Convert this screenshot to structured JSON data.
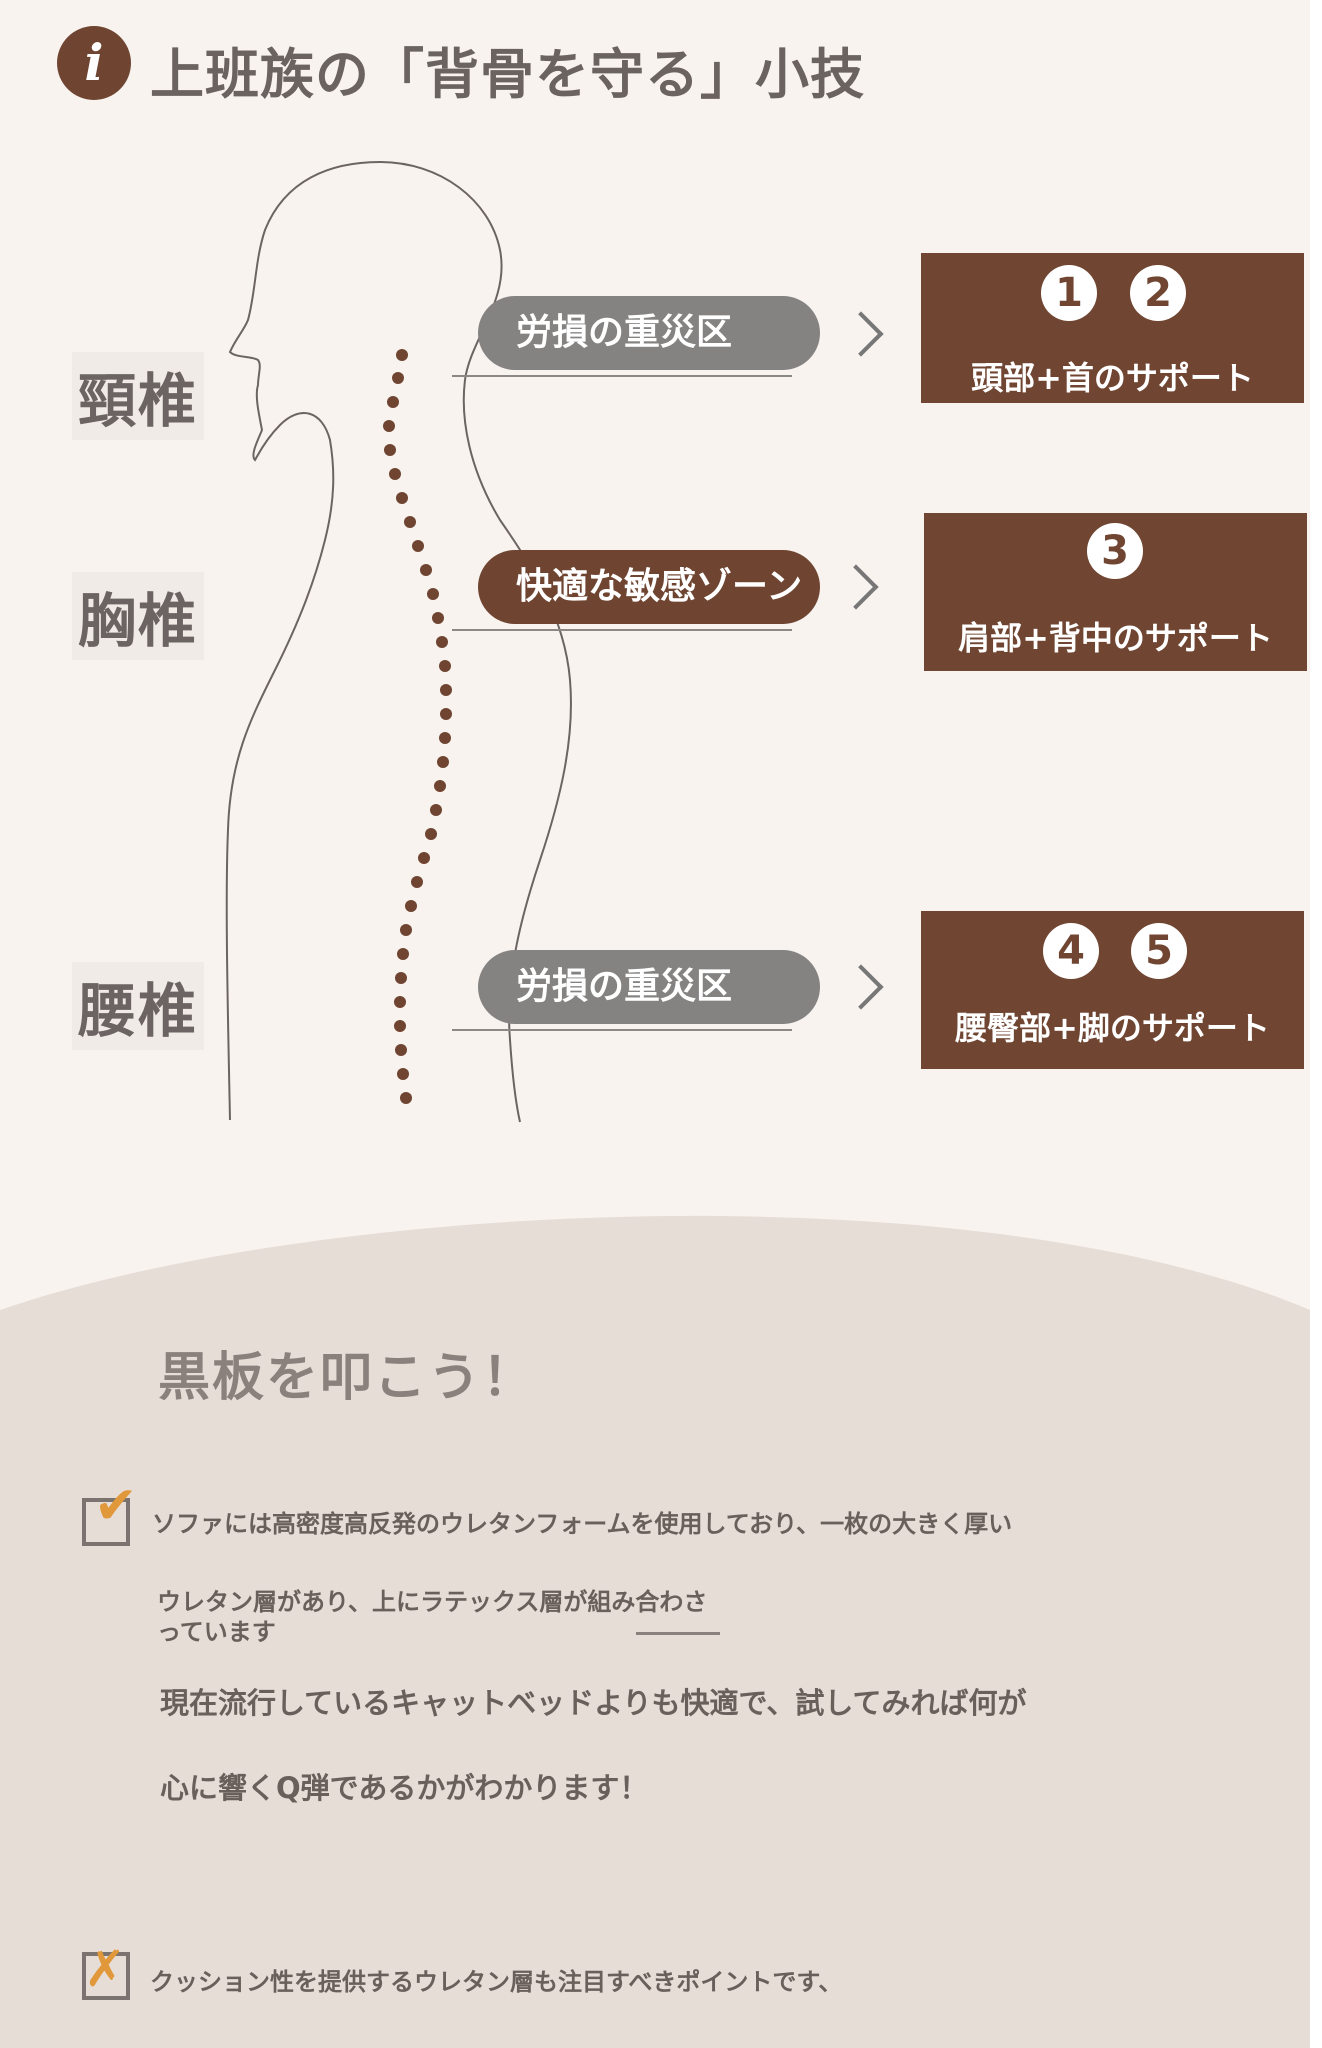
{
  "header": {
    "icon": "info-icon",
    "icon_glyph": "i",
    "title": "上班族の「背骨を守る」小技"
  },
  "spine_labels": {
    "cervical": "頸椎",
    "thoracic": "胸椎",
    "lumbar": "腰椎"
  },
  "zones": [
    {
      "pill_text": "労損の重災区",
      "pill_style": "gray",
      "numbers": [
        "1",
        "2"
      ],
      "box_label": "頭部+首のサポート"
    },
    {
      "pill_text": "快適な敏感ゾーン",
      "pill_style": "brown",
      "numbers": [
        "3"
      ],
      "box_label": "肩部+背中のサポート"
    },
    {
      "pill_text": "労損の重災区",
      "pill_style": "gray",
      "numbers": [
        "4",
        "5"
      ],
      "box_label": "腰臀部+脚のサポート"
    }
  ],
  "section": {
    "title": "黒板を叩こう！",
    "paragraph1_line1": "ソファには高密度高反発のウレタンフォームを使用しており、一枚の大きく厚い",
    "paragraph1_line2": "ウレタン層があり、上にラテックス層が組み合わさ",
    "paragraph1_line3": "っています",
    "paragraph2_line1": "現在流行しているキャットベッドよりも快適で、試してみれば何が",
    "paragraph2_line2": "心に響くQ弾であるかがわかります！",
    "paragraph3_line1": "クッション性を提供するウレタン層も注目すべきポイントです、"
  },
  "colors": {
    "brown": "#704633",
    "gray_pill": "#848382",
    "background": "#f9f3f0",
    "bottom_background": "#e6ddd6",
    "accent_orange": "#e0983a"
  }
}
